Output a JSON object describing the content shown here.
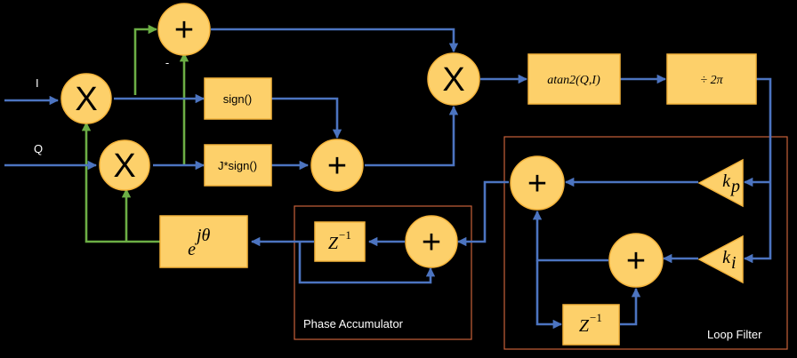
{
  "inputs": {
    "i": "I",
    "q": "Q"
  },
  "ops": {
    "multiply": "X",
    "add": "+",
    "minus": "-"
  },
  "blocks": {
    "sign": "sign()",
    "jsign": "J*sign()",
    "atan_main": "atan2(Q,I)",
    "div_main": "÷ 2π",
    "kp_main": "k",
    "kp_sub": "p",
    "ki_main": "k",
    "ki_sub": "i",
    "delay_main": "Z",
    "delay_exp": "−1",
    "exp_main": "e",
    "exp_exp": "jθ"
  },
  "groups": {
    "phase_accumulator": "Phase Accumulator",
    "loop_filter": "Loop Filter"
  },
  "colors": {
    "signal": "#4c74c0",
    "feedback": "#6cae45",
    "block": "#fdd06a",
    "group_border": "#c8603a"
  }
}
